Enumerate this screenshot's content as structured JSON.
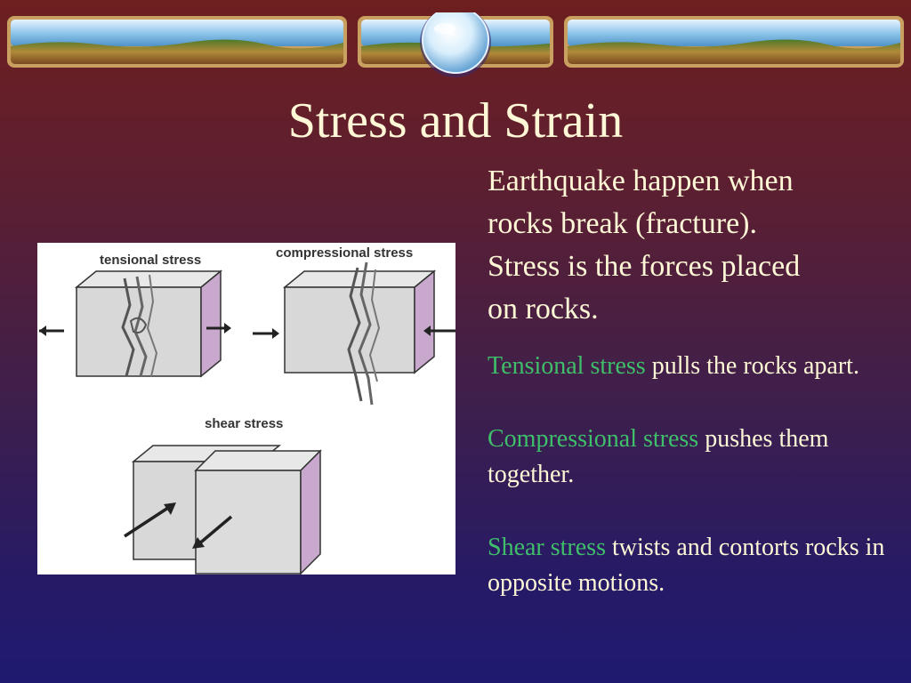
{
  "slide": {
    "title": "Stress and Strain",
    "intro_lines": [
      "Earthquake happen when",
      "rocks break (fracture).",
      "Stress is the forces placed",
      "on rocks."
    ],
    "paragraphs": [
      {
        "term": "Tensional stress",
        "text": " pulls the rocks apart."
      },
      {
        "term": "Compressional stress",
        "text": " pushes them together."
      },
      {
        "term": "Shear stress",
        "text": " twists and contorts rocks in opposite motions."
      }
    ],
    "colors": {
      "title_text": "#fff8d6",
      "body_text": "#fff8d6",
      "highlight": "#3fbf6a",
      "bg_top": "#6e1f1f",
      "bg_bottom": "#1f1a70"
    }
  },
  "figure": {
    "labels": {
      "tensional": "tensional stress",
      "compressional": "compressional stress",
      "shear": "shear stress"
    }
  }
}
